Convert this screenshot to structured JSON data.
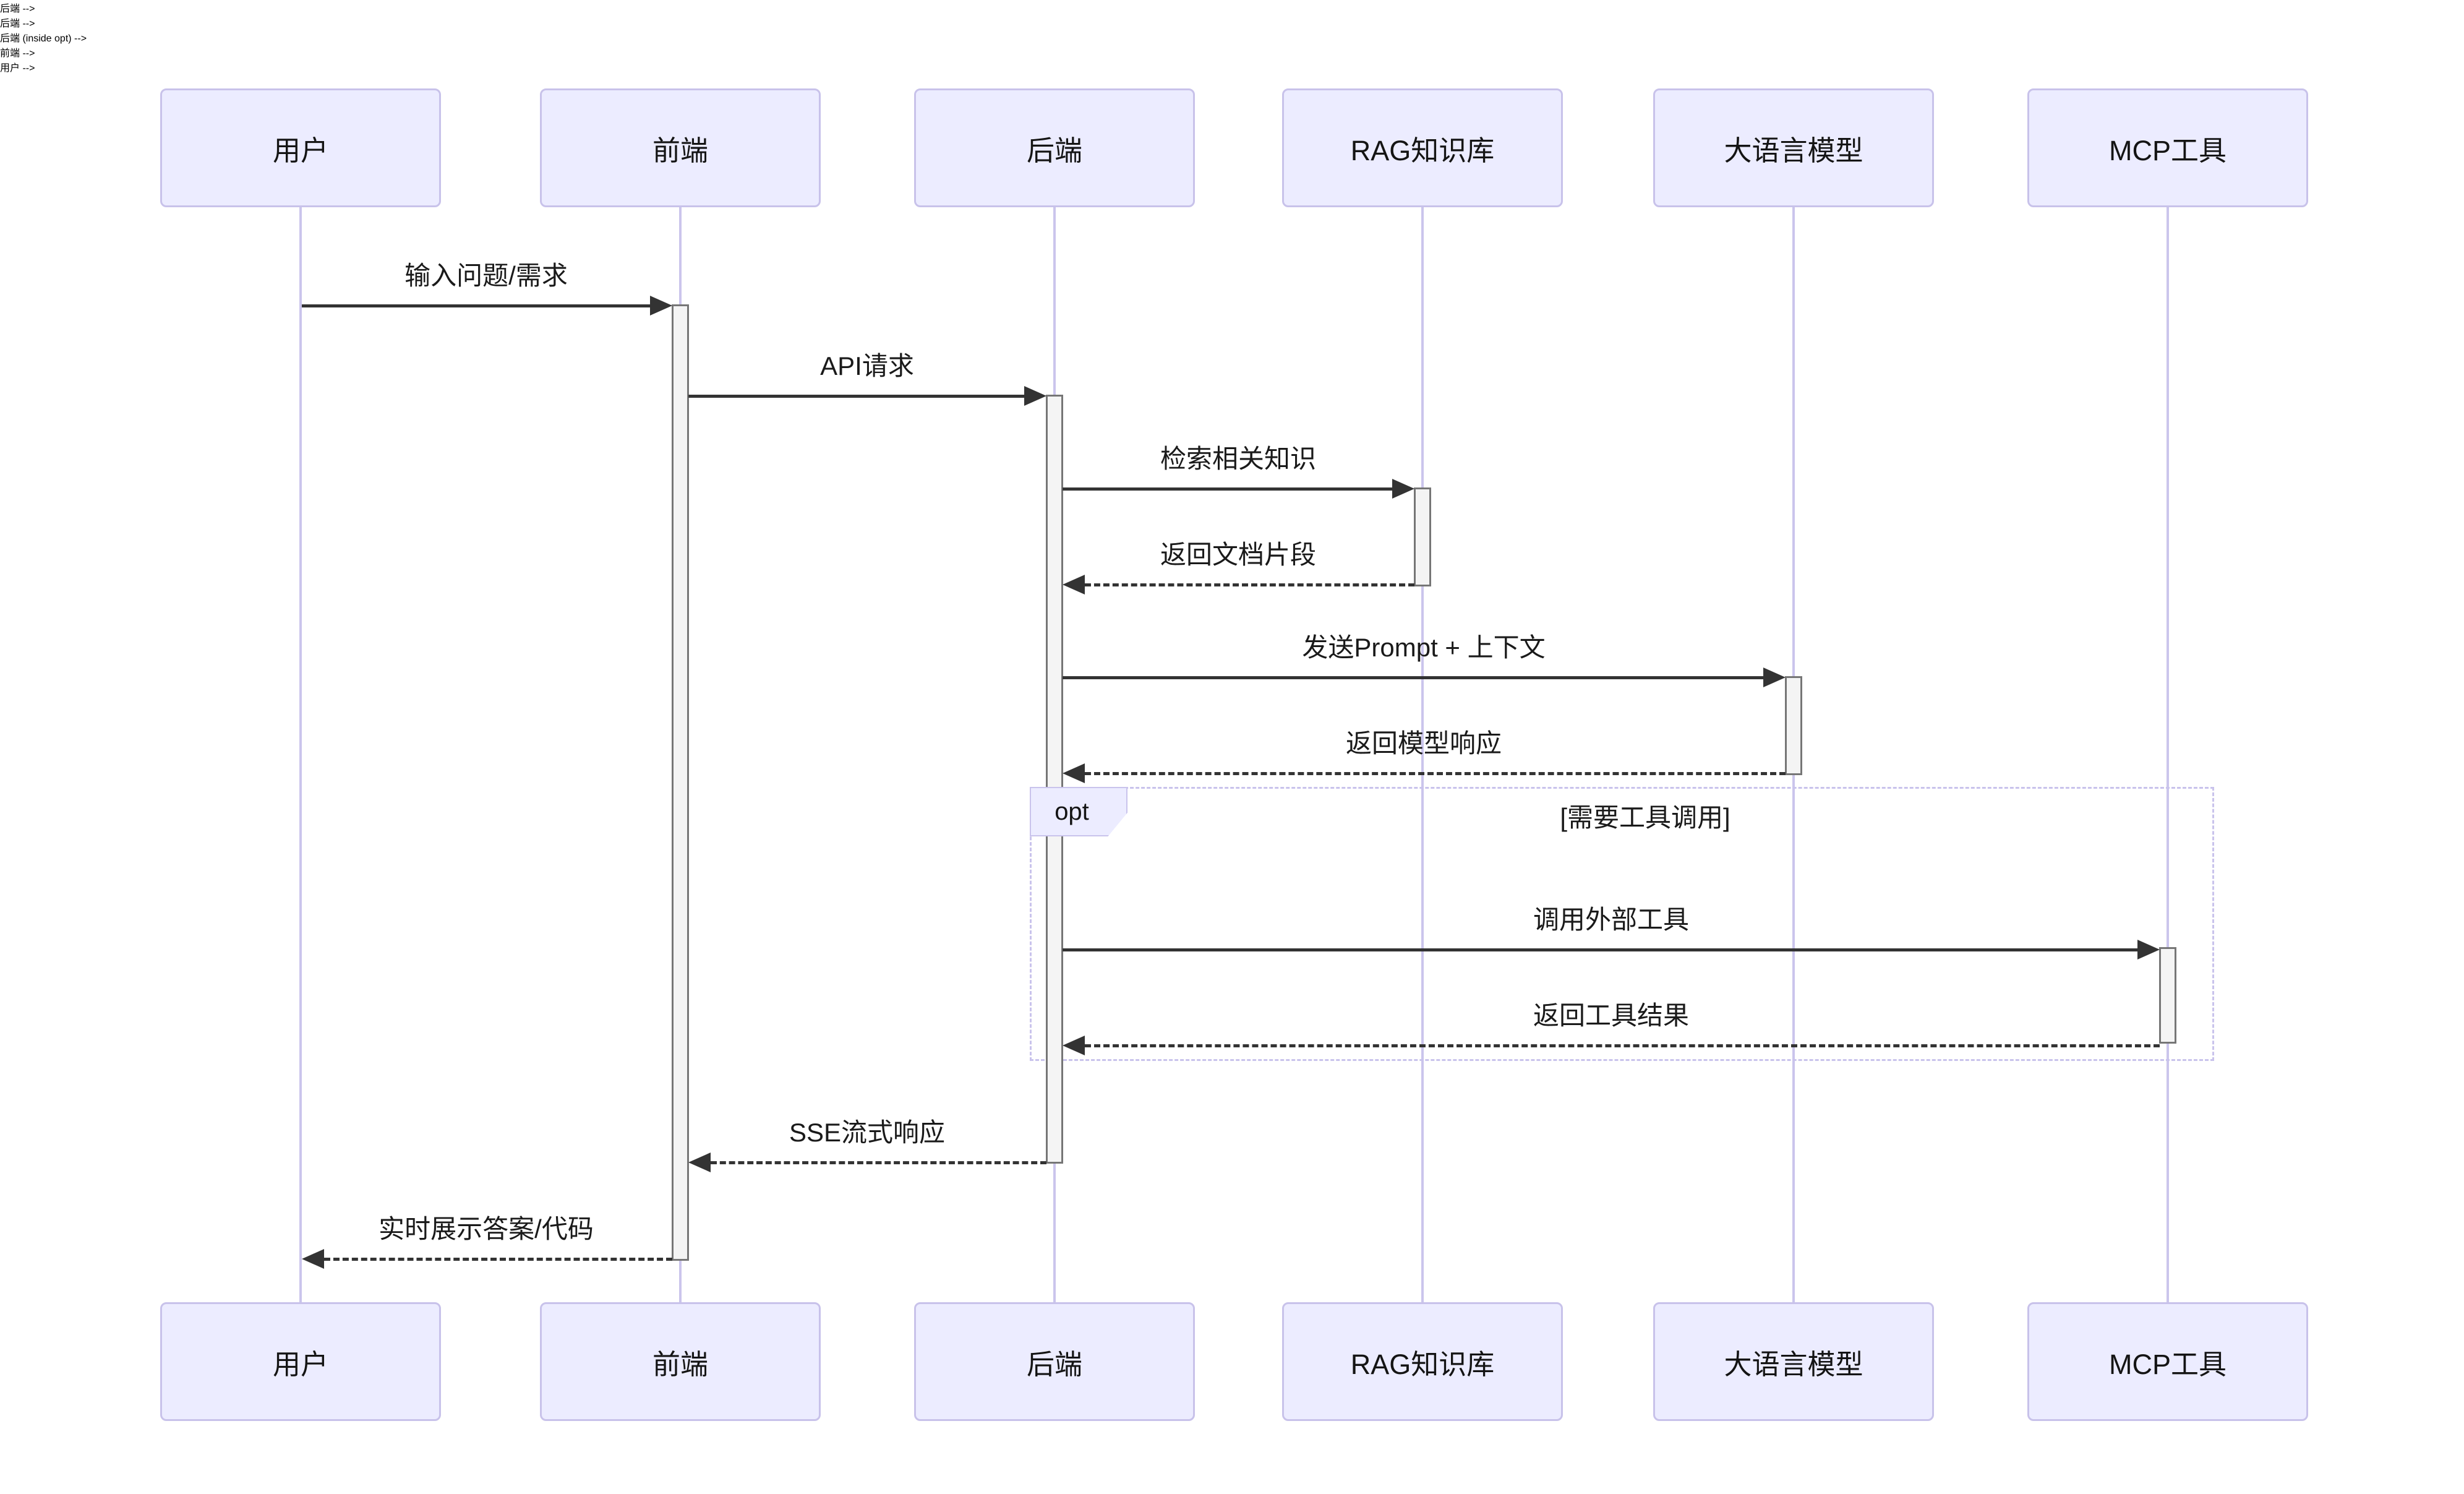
{
  "diagram": {
    "kind": "sequence-diagram",
    "background": "#FFFFFF",
    "colors": {
      "actor_fill": "#ECECFF",
      "actor_border": "#C8C2EA",
      "lifeline": "#CBC5EC",
      "activation_fill": "#F4F4F4",
      "activation_border": "#767676",
      "arrow": "#333333",
      "text": "#1A1A1A",
      "opt_frame_border": "#C9C3EC",
      "opt_tab_fill": "#ECECFF"
    }
  },
  "actors": [
    {
      "id": "user",
      "label": "用户"
    },
    {
      "id": "frontend",
      "label": "前端"
    },
    {
      "id": "backend",
      "label": "后端"
    },
    {
      "id": "rag",
      "label": "RAG知识库"
    },
    {
      "id": "llm",
      "label": "大语言模型"
    },
    {
      "id": "mcp",
      "label": "MCP工具"
    }
  ],
  "messages": [
    {
      "from": "用户",
      "to": "前端",
      "label": "输入问题/需求",
      "line": "solid"
    },
    {
      "from": "前端",
      "to": "后端",
      "label": "API请求",
      "line": "solid"
    },
    {
      "from": "后端",
      "to": "RAG知识库",
      "label": "检索相关知识",
      "line": "solid"
    },
    {
      "from": "RAG知识库",
      "to": "后端",
      "label": "返回文档片段",
      "line": "dashed"
    },
    {
      "from": "后端",
      "to": "大语言模型",
      "label": "发送Prompt + 上下文",
      "line": "solid"
    },
    {
      "from": "大语言模型",
      "to": "后端",
      "label": "返回模型响应",
      "line": "dashed"
    },
    {
      "from": "后端",
      "to": "MCP工具",
      "label": "调用外部工具",
      "line": "solid"
    },
    {
      "from": "MCP工具",
      "to": "后端",
      "label": "返回工具结果",
      "line": "dashed"
    },
    {
      "from": "后端",
      "to": "前端",
      "label": "SSE流式响应",
      "line": "dashed"
    },
    {
      "from": "前端",
      "to": "用户",
      "label": "实时展示答案/代码",
      "line": "dashed"
    }
  ],
  "opt_block": {
    "label": "opt",
    "condition": "[需要工具调用]"
  }
}
